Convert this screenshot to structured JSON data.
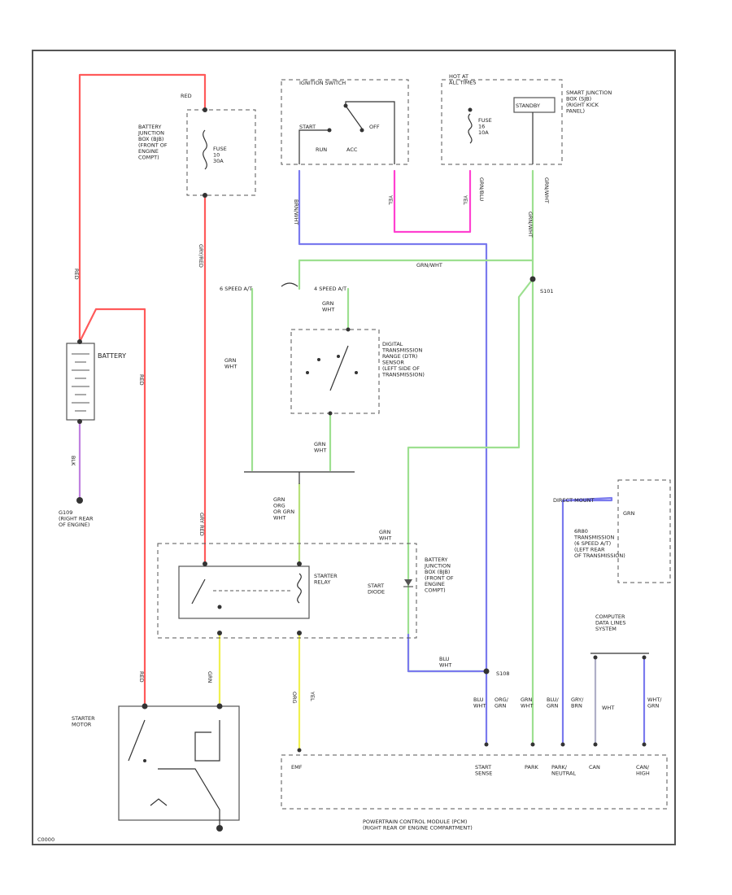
{
  "colors": {
    "red": "#ff5a5a",
    "green": "#9de090",
    "blue": "#7a7aee",
    "magenta": "#ff40d0",
    "yellow": "#f0f050",
    "purple": "#c080e0",
    "frame": "#555555"
  },
  "labels": {
    "battery_wire_top": "RED",
    "battery_wire_left": "RED",
    "battery_wire_down": "RED",
    "battery_ground_wire": "BLK",
    "bjb_fuse_wire": "GRY/RED",
    "relay_in_wire": "GRY RED",
    "starter_wire": "RED",
    "battery": "BATTERY",
    "ground": "G109\n(RIGHT REAR\nOF ENGINE)",
    "bjb_top": "BATTERY\nJUNCTION\nBOX (BJB)\n(FRONT OF\nENGINE\nCOMPT)",
    "fuse_bjb": "FUSE\n10\n30A",
    "ignition_switch": "IGNITION SWITCH",
    "start_pos": "START",
    "off_pos": "OFF",
    "run_pos": "RUN",
    "acc_pos": "ACC",
    "hot_at": "HOT AT\nALL TIMES",
    "fuse_sjb": "FUSE\n16\n10A",
    "standby": "STANDBY",
    "sjb": "SMART JUNCTION\nBOX (SJB)\n(RIGHT KICK\nPANEL)",
    "ign_wire_1": "BRN/WHT",
    "ign_wire_2": "YEL",
    "sjb_wire_1": "YEL",
    "sjb_wire_2": "GRN/BLU",
    "sjb_wire_3": "GRN/WHT",
    "sjb_wire_4": "GRN/WHT",
    "splice_top": "GRN/WHT",
    "s101": "S101",
    "trans_6sp": "6 SPEED A/T",
    "trans_4sp": "4 SPEED A/T",
    "dtr_wire_top": "GRN\nWHT",
    "dtr_wire_left": "GRN\nWHT",
    "dtr_sensor": "DIGITAL\nTRANSMISSION\nRANGE (DTR)\nSENSOR\n(LEFT SIDE OF\nTRANSMISSION)",
    "dtr_wire_bottom": "GRN\nWHT",
    "relay_ctrl_wire": "GRN\nORG\nOR GRN\nWHT",
    "starter_relay": "STARTER\nRELAY",
    "start_diode": "START\nDIODE",
    "bjb_lower": "BATTERY\nJUNCTION\nBOX (BJB)\n(FRONT OF\nENGINE\nCOMPT)",
    "diode_wire": "GRN\nWHT",
    "blu_wht": "BLU\nWHT",
    "s108": "S108",
    "relay_out_wire": "ORG",
    "motor_in_wire": "GRN",
    "pcm_wire_1": "YEL",
    "starter_motor": "STARTER\nMOTOR",
    "trans_conn_top": "DIRECT MOUNT",
    "trans_conn_sub": "GRN",
    "trans_desc": "6R80\nTRANSMISSION\n(6 SPEED A/T)\n(LEFT REAR\nOF TRANSMISSION)",
    "computer_links": "COMPUTER\nDATA LINES\nSYSTEM",
    "pcm_pin_1": "BLU\nWHT",
    "pcm_pin_2": "ORG/\nGRN",
    "pcm_pin_3": "GRN\nWHT",
    "pcm_pin_4": "BLU/\nGRN",
    "pcm_pin_5": "GRY/\nBRN",
    "pcm_pin_6": "WHT",
    "pcm_pin_7": "WHT/\nGRN",
    "pcm_term_1": "EMF",
    "pcm_term_2": "START\nSENSE",
    "pcm_term_3": "PARK",
    "pcm_term_4": "PARK/\nNEUTRAL",
    "pcm_term_5": "CAN",
    "pcm_term_6": "CAN/\nHIGH",
    "pcm": "POWERTRAIN CONTROL MODULE (PCM)\n(RIGHT REAR OF ENGINE COMPARTMENT)",
    "page_code": "C0000"
  }
}
